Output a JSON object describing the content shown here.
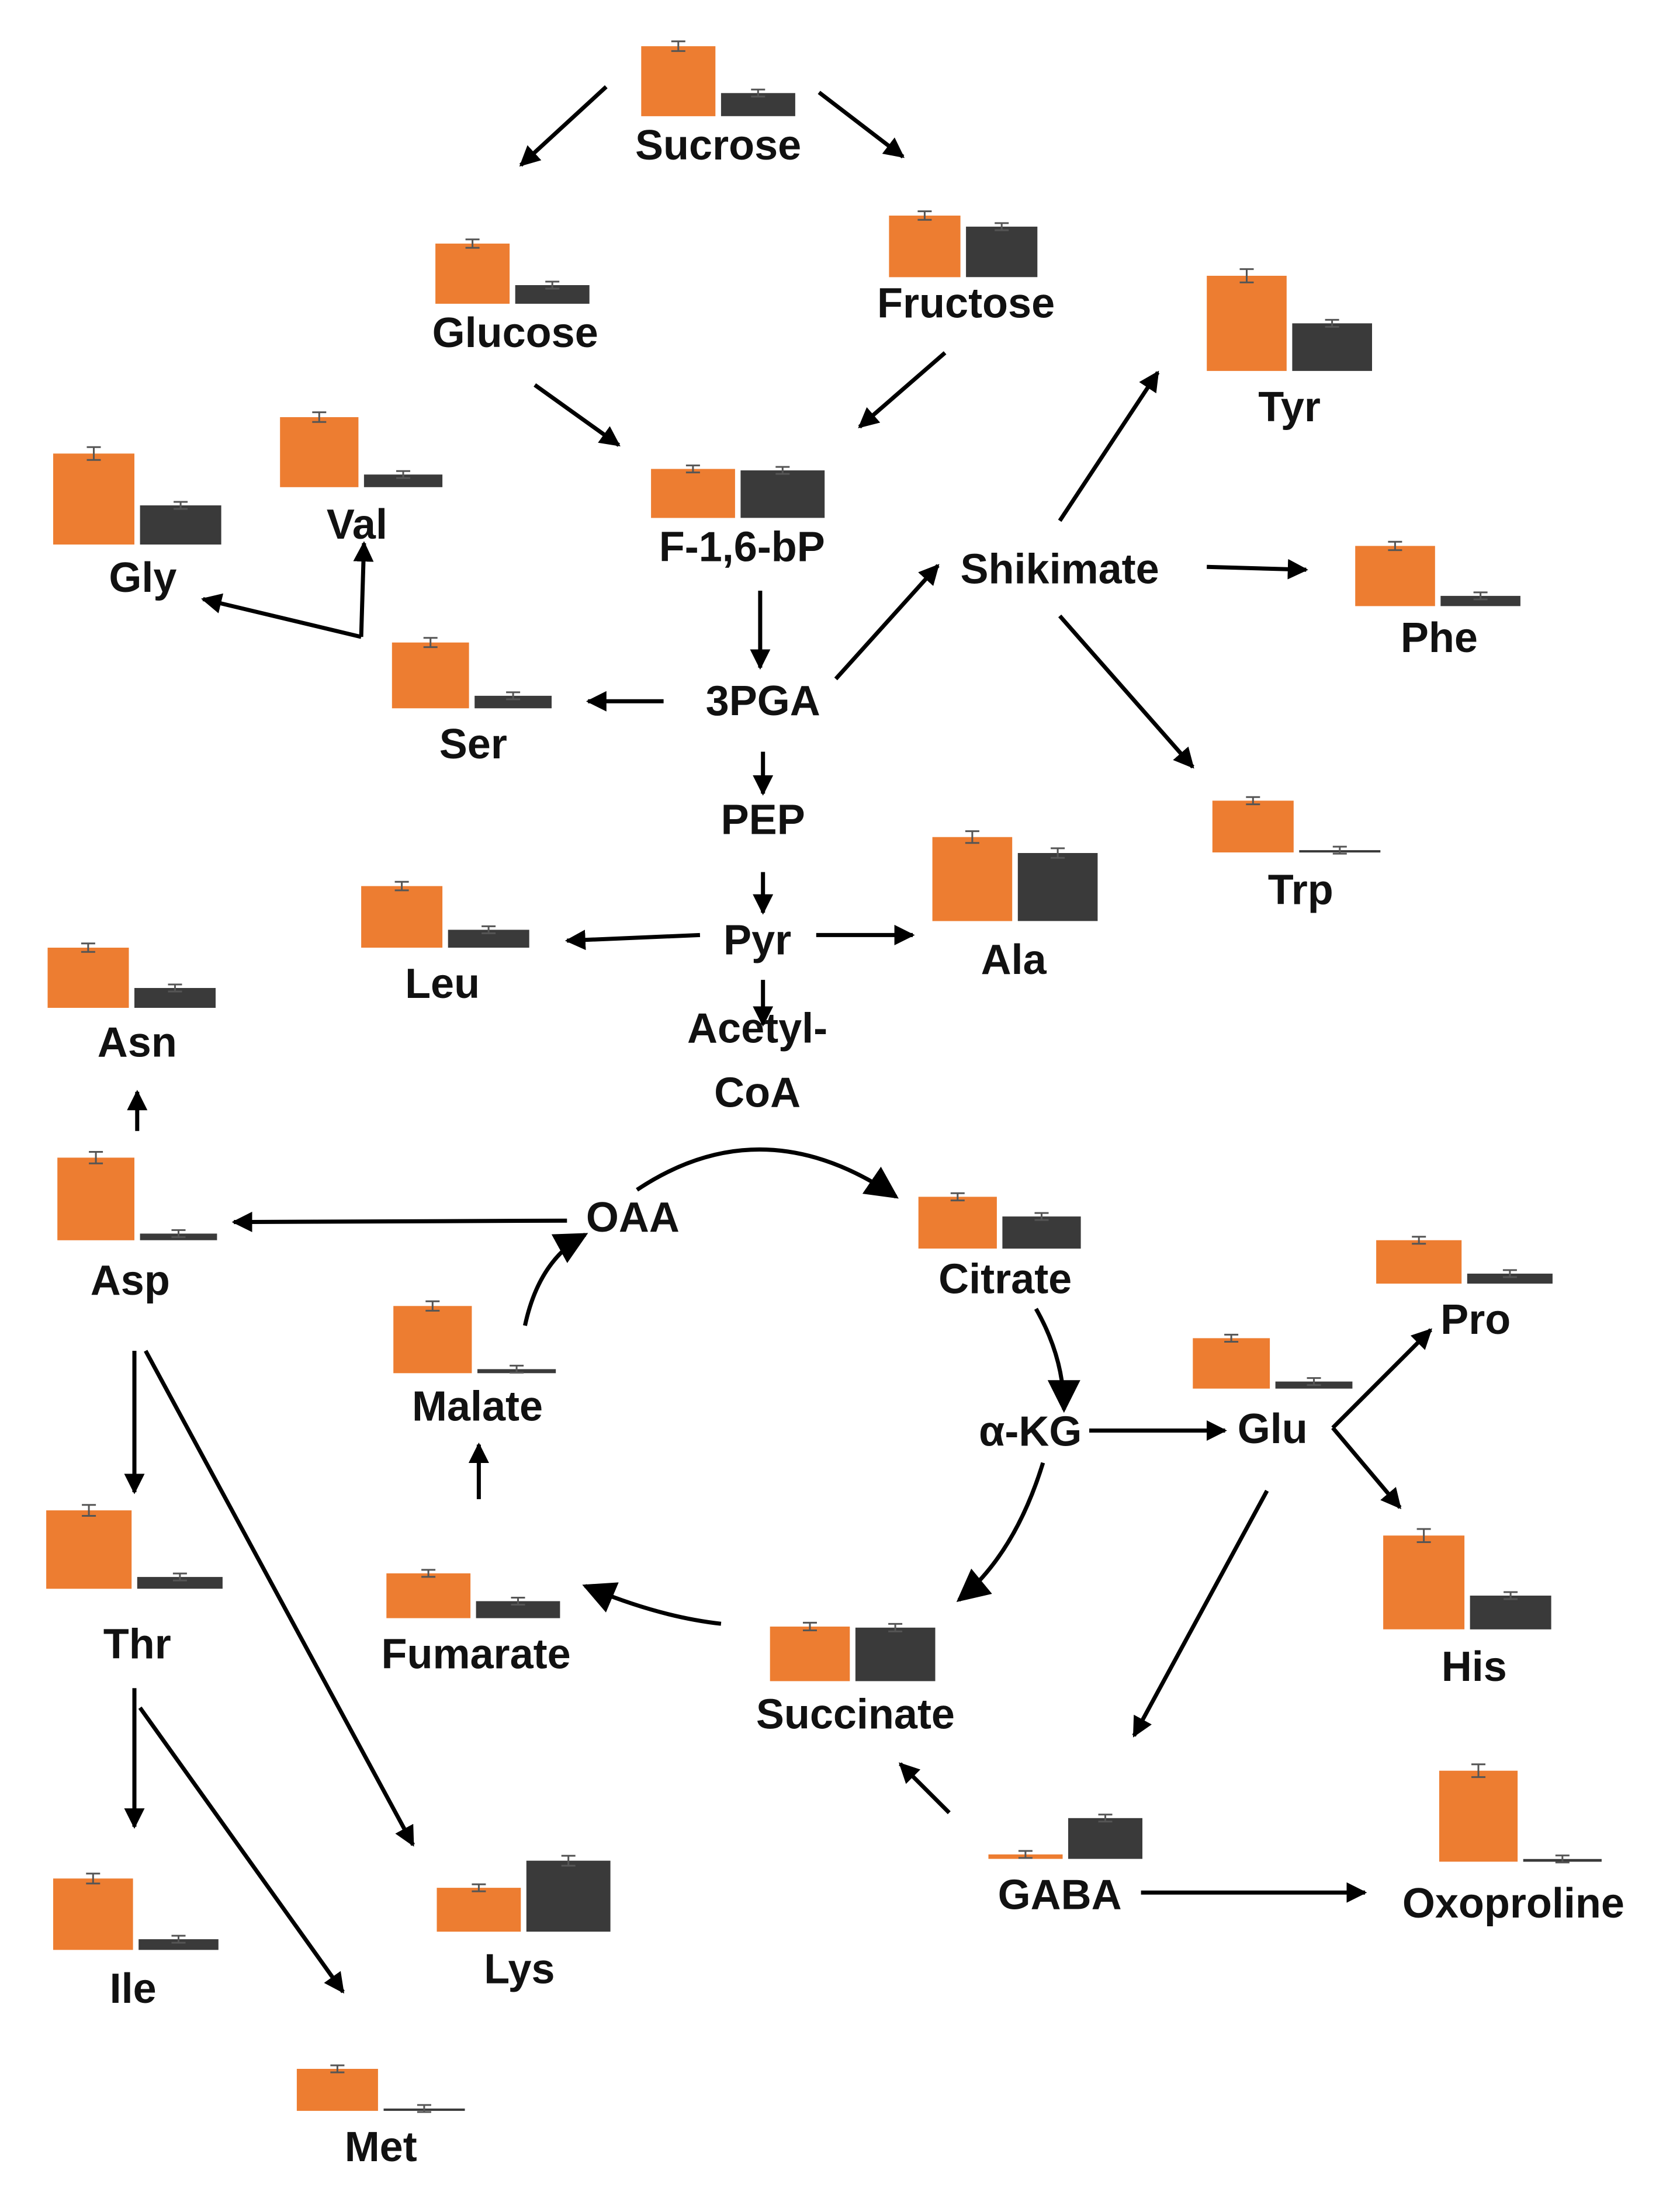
{
  "colors": {
    "control": "#ED7D31",
    "treatment": "#3A3A3A",
    "error_bar": "#555555",
    "arrow": "#000000",
    "label": "#111111"
  },
  "nodes": [
    {
      "id": "sucrose",
      "label": "Sucrose",
      "values": [
        1.0,
        0.33
      ]
    },
    {
      "id": "glucose",
      "label": "Glucose",
      "values": [
        1.0,
        0.31
      ]
    },
    {
      "id": "fructose",
      "label": "Fructose",
      "values": [
        1.0,
        0.82
      ]
    },
    {
      "id": "f16bp",
      "label": "F-1,6-bP",
      "values": [
        1.0,
        0.97
      ]
    },
    {
      "id": "3pga",
      "label": "3PGA"
    },
    {
      "id": "pep",
      "label": "PEP"
    },
    {
      "id": "pyr",
      "label": "Pyr"
    },
    {
      "id": "acetylcoa",
      "label": "Acetyl-\nCoA"
    },
    {
      "id": "shikimate",
      "label": "Shikimate"
    },
    {
      "id": "tyr",
      "label": "Tyr",
      "values": [
        1.0,
        0.5
      ]
    },
    {
      "id": "phe",
      "label": "Phe",
      "values": [
        1.0,
        0.17
      ]
    },
    {
      "id": "trp",
      "label": "Trp",
      "values": [
        1.0,
        0.04
      ]
    },
    {
      "id": "gly",
      "label": "Gly",
      "values": [
        1.0,
        0.43
      ]
    },
    {
      "id": "val",
      "label": "Val",
      "values": [
        1.0,
        0.18
      ]
    },
    {
      "id": "ser",
      "label": "Ser",
      "values": [
        1.0,
        0.19
      ]
    },
    {
      "id": "leu",
      "label": "Leu",
      "values": [
        1.0,
        0.29
      ]
    },
    {
      "id": "ala",
      "label": "Ala",
      "values": [
        1.0,
        0.81
      ]
    },
    {
      "id": "asn",
      "label": "Asn",
      "values": [
        1.0,
        0.33
      ]
    },
    {
      "id": "asp",
      "label": "Asp",
      "values": [
        1.0,
        0.08
      ]
    },
    {
      "id": "oaa",
      "label": "OAA"
    },
    {
      "id": "citrate",
      "label": "Citrate",
      "values": [
        1.0,
        0.62
      ]
    },
    {
      "id": "malate",
      "label": "Malate",
      "values": [
        1.0,
        0.06
      ]
    },
    {
      "id": "akg",
      "label": "α-KG"
    },
    {
      "id": "glu",
      "label": "Glu",
      "values": [
        1.0,
        0.14
      ]
    },
    {
      "id": "pro",
      "label": "Pro",
      "values": [
        1.0,
        0.23
      ]
    },
    {
      "id": "his",
      "label": "His",
      "values": [
        1.0,
        0.36
      ]
    },
    {
      "id": "fumarate",
      "label": "Fumarate",
      "values": [
        1.0,
        0.38
      ]
    },
    {
      "id": "succinate",
      "label": "Succinate",
      "values": [
        1.0,
        0.98
      ]
    },
    {
      "id": "thr",
      "label": "Thr",
      "values": [
        1.0,
        0.15
      ]
    },
    {
      "id": "ile",
      "label": "Ile",
      "values": [
        1.0,
        0.15
      ]
    },
    {
      "id": "met",
      "label": "Met",
      "values": [
        1.0,
        0.04
      ]
    },
    {
      "id": "lys",
      "label": "Lys",
      "values": [
        0.55,
        0.89
      ]
    },
    {
      "id": "gaba",
      "label": "GABA",
      "values": [
        0.06,
        0.55
      ]
    },
    {
      "id": "oxoproline",
      "label": "Oxoproline",
      "values": [
        1.0,
        0.03
      ]
    }
  ],
  "edges": [
    [
      "sucrose",
      "glucose"
    ],
    [
      "sucrose",
      "fructose"
    ],
    [
      "glucose",
      "f16bp"
    ],
    [
      "fructose",
      "f16bp"
    ],
    [
      "f16bp",
      "3pga"
    ],
    [
      "3pga",
      "shikimate"
    ],
    [
      "3pga",
      "ser"
    ],
    [
      "ser",
      "gly"
    ],
    [
      "ser",
      "val"
    ],
    [
      "shikimate",
      "tyr"
    ],
    [
      "shikimate",
      "phe"
    ],
    [
      "shikimate",
      "trp"
    ],
    [
      "3pga",
      "pep"
    ],
    [
      "pep",
      "pyr"
    ],
    [
      "pyr",
      "leu"
    ],
    [
      "pyr",
      "ala"
    ],
    [
      "pyr",
      "acetylcoa"
    ],
    [
      "acetylcoa",
      "citrate"
    ],
    [
      "oaa",
      "asp"
    ],
    [
      "asp",
      "asn"
    ],
    [
      "asp",
      "thr"
    ],
    [
      "asp",
      "lys"
    ],
    [
      "thr",
      "ile"
    ],
    [
      "thr",
      "met"
    ],
    [
      "citrate",
      "akg"
    ],
    [
      "akg",
      "glu"
    ],
    [
      "akg",
      "succinate"
    ],
    [
      "glu",
      "pro"
    ],
    [
      "glu",
      "his"
    ],
    [
      "glu",
      "gaba"
    ],
    [
      "gaba",
      "succinate"
    ],
    [
      "gaba",
      "oxoproline"
    ],
    [
      "succinate",
      "fumarate"
    ],
    [
      "fumarate",
      "malate"
    ],
    [
      "malate",
      "oaa"
    ]
  ]
}
